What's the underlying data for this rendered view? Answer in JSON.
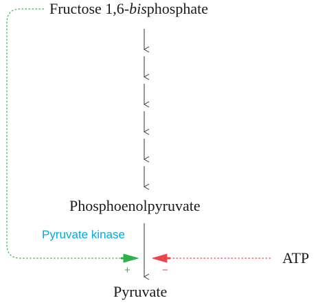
{
  "title": {
    "prefix": "Fructose 1,6-",
    "italic": "bis",
    "suffix": "phosphate"
  },
  "intermediate": "Phosphoenolpyruvate",
  "product": "Pyruvate",
  "enzyme": "Pyruvate kinase",
  "inhibitor": "ATP",
  "activation_sign": "+",
  "inhibition_sign": "−",
  "colors": {
    "text": "#1a1a1a",
    "enzyme": "#00aadd",
    "activation": "#2db34a",
    "inhibition": "#e8474f",
    "arrow": "#333333"
  },
  "icons": {
    "pathway_step": "down-arrow-icon",
    "activation": "activation-arrow-icon",
    "inhibition": "inhibition-arrow-icon"
  }
}
